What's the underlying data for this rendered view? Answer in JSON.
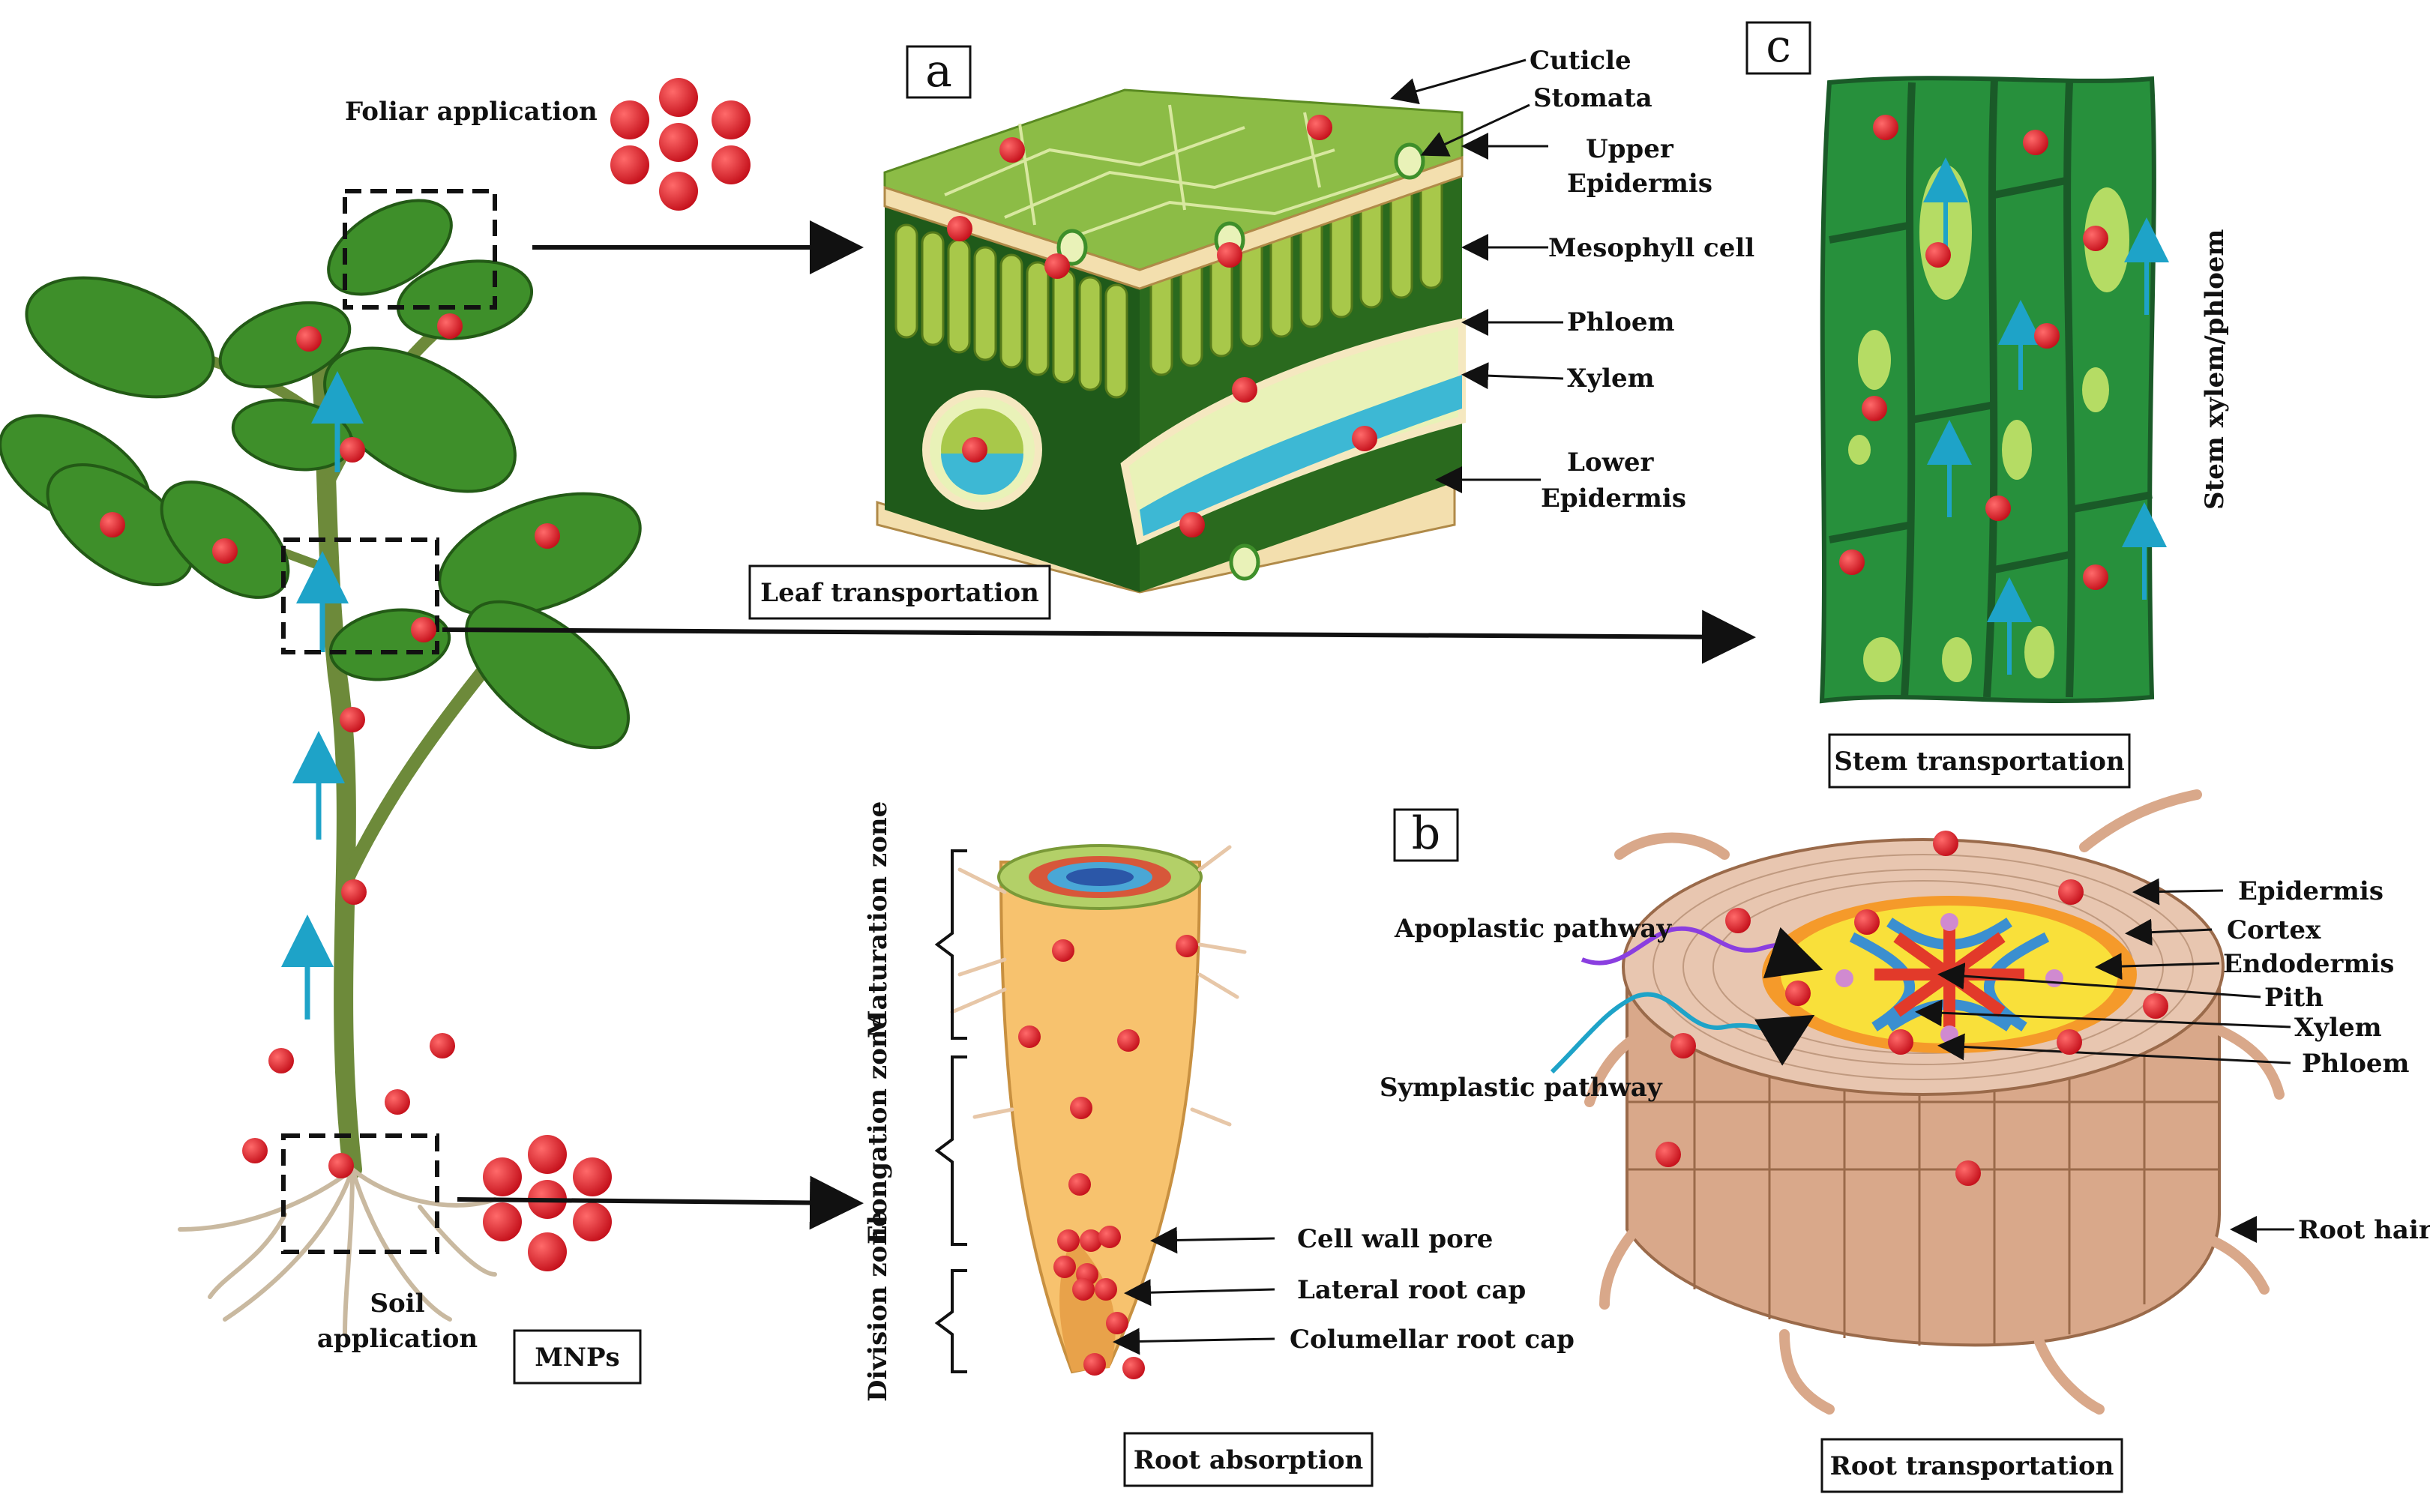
{
  "panels": {
    "a": {
      "letter": "a",
      "caption": "Leaf transportation",
      "labels": {
        "cuticle": "Cuticle",
        "stomata": "Stomata",
        "upper_epidermis_1": "Upper",
        "upper_epidermis_2": "Epidermis",
        "mesophyll": "Mesophyll cell",
        "phloem": "Phloem",
        "xylem": "Xylem",
        "lower_epidermis_1": "Lower",
        "lower_epidermis_2": "Epidermis"
      }
    },
    "b": {
      "letter": "b",
      "caption": "Root transportation",
      "labels": {
        "epidermis": "Epidermis",
        "cortex": "Cortex",
        "endodermis": "Endodermis",
        "pith": "Pith",
        "xylem": "Xylem",
        "phloem": "Phloem",
        "root_hair": "Root hair",
        "apoplastic": "Apoplastic pathway",
        "symplastic": "Symplastic  pathway"
      }
    },
    "c": {
      "letter": "c",
      "caption": "Stem transportation",
      "side_label": "Stem xylem/phloem"
    }
  },
  "plant": {
    "foliar": "Foliar application",
    "soil_1": "Soil",
    "soil_2": "application",
    "mnps": "MNPs"
  },
  "root_tip": {
    "caption": "Root absorption",
    "zones": {
      "maturation": "Maturation zone",
      "elongation": "Elongation zone",
      "division": "Division zone"
    },
    "labels": {
      "cell_wall_pore": "Cell wall pore",
      "lateral_root_cap": "Lateral root cap",
      "columellar_root_cap": "Columellar root cap"
    }
  },
  "colors": {
    "particle": "#e0202a",
    "arrow_blue": "#1ea3c8",
    "leaf_green": "#3e8f2a",
    "stem_green": "#27903c",
    "root_tan": "#d9a88a"
  }
}
